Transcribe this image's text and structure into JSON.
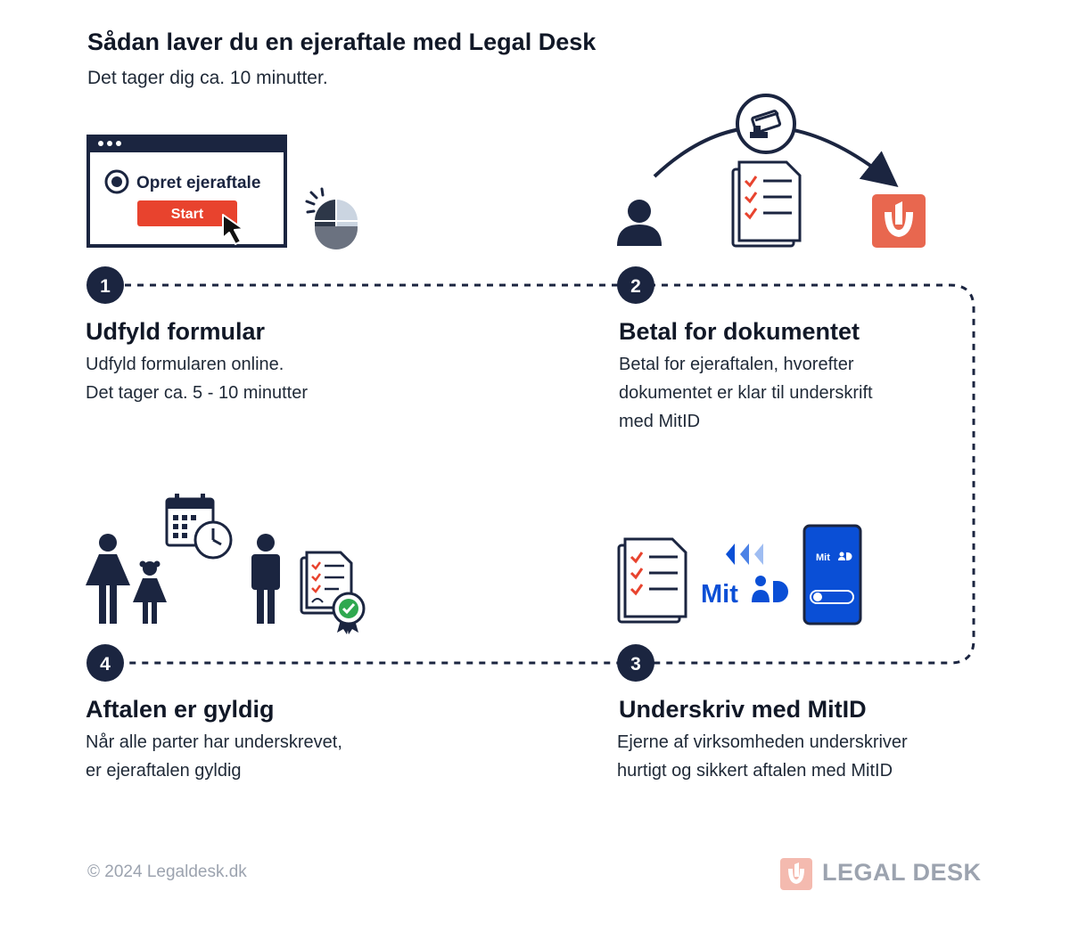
{
  "header": {
    "title": "Sådan laver du en ejeraftale med Legal Desk",
    "subtitle": "Det tager dig ca. 10 minutter."
  },
  "steps": [
    {
      "number": "1",
      "title": "Udfyld formular",
      "lines": [
        "Udfyld formularen online.",
        "Det tager ca. 5 - 10 minutter"
      ],
      "illustration": {
        "option_label": "Opret ejeraftale",
        "button_label": "Start"
      }
    },
    {
      "number": "2",
      "title": "Betal for dokumentet",
      "lines": [
        "Betal for ejeraftalen, hvorefter",
        "dokumentet er klar til underskrift",
        "med MitID"
      ]
    },
    {
      "number": "3",
      "title": "Underskriv med MitID",
      "lines": [
        "Ejerne af virksomheden underskriver",
        "hurtigt og sikkert aftalen med MitID"
      ],
      "illustration": {
        "logo_text": "Mit",
        "phone_text": "Mit"
      }
    },
    {
      "number": "4",
      "title": "Aftalen er gyldig",
      "lines": [
        "Når alle parter har underskrevet,",
        "er ejeraftalen  gyldig"
      ]
    }
  ],
  "footer": {
    "copyright": "© 2024 Legaldesk.dk",
    "brand": "LEGAL DESK"
  },
  "colors": {
    "navy": "#1b2540",
    "accent_red": "#e8432e",
    "mitid_blue": "#0a4fd6",
    "check_green": "#2fa84f",
    "muted_gray": "#9ca3af"
  }
}
